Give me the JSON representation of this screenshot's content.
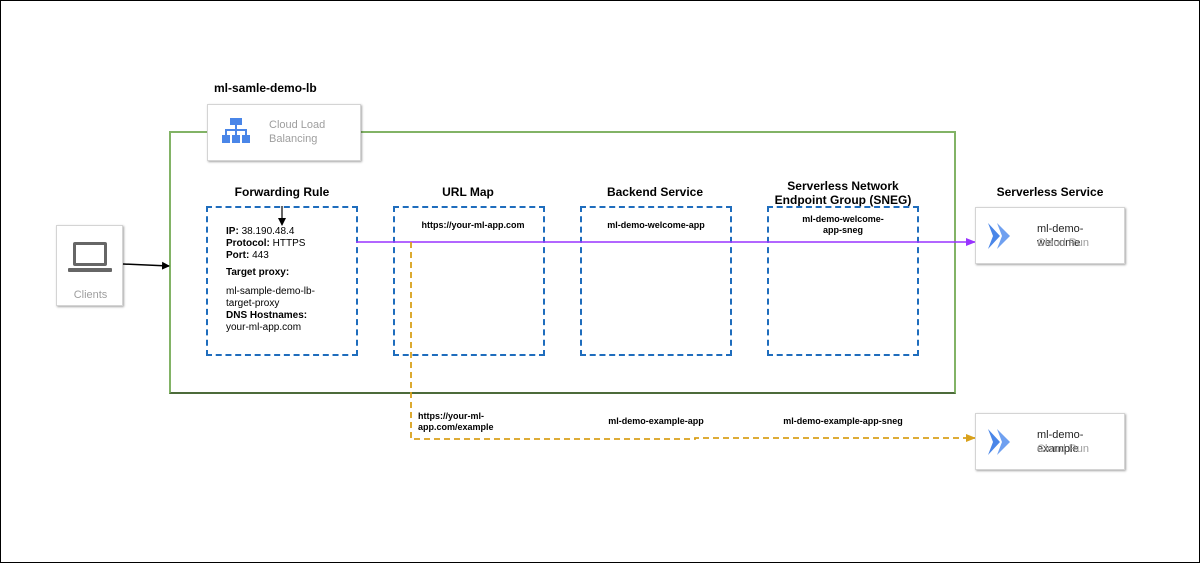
{
  "load_balancer": {
    "name": "ml-samle-demo-lb",
    "product_line1": "Cloud Load",
    "product_line2": "Balancing"
  },
  "clients": {
    "label": "Clients"
  },
  "columns": {
    "forwarding_rule": "Forwarding Rule",
    "url_map": "URL Map",
    "backend_service": "Backend Service",
    "sneg_line1": "Serverless Network",
    "sneg_line2": "Endpoint Group (SNEG)",
    "serverless_service": "Serverless Service"
  },
  "forwarding_rule": {
    "ip_label": "IP:",
    "ip_value": "38.190.48.4",
    "protocol_label": "Protocol:",
    "protocol_value": "HTTPS",
    "port_label": "Port:",
    "port_value": "443",
    "target_proxy_label": "Target proxy:",
    "target_proxy_line1": "ml-sample-demo-lb-",
    "target_proxy_line2": "target-proxy",
    "dns_label": "DNS Hostnames:",
    "dns_value": "your-ml-app.com"
  },
  "welcome_path": {
    "url": "https://your-ml-app.com",
    "backend": "ml-demo-welcome-app",
    "sneg_line1": "ml-demo-welcome-",
    "sneg_line2": "app-sneg",
    "service_name": "ml-demo-welcome",
    "service_type": "Cloud Run"
  },
  "example_path": {
    "url_line1": "https://your-ml-",
    "url_line2": "app.com/example",
    "backend": "ml-demo-example-app",
    "sneg": "ml-demo-example-app-sneg",
    "service_name": "ml-demo-example",
    "service_type": "Cloud Run"
  },
  "colors": {
    "group_border": "#82b366",
    "dashed_box": "#1f6dbd",
    "welcome_arrow": "#9933ff",
    "example_arrow": "#d9a11b",
    "cloud_run_icon": "#4a86e8"
  }
}
